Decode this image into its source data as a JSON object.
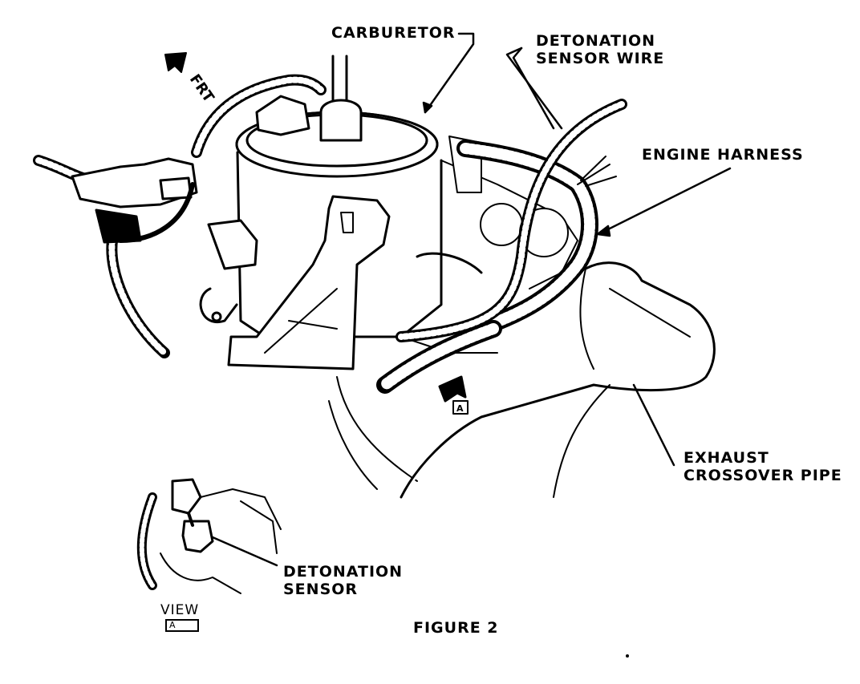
{
  "figure": {
    "caption": "FIGURE 2",
    "front_marker": "FRT",
    "view_marker": "A",
    "view_label": "VIEW",
    "labels": {
      "carburetor": "CARBURETOR",
      "detonation_sensor_wire_line1": "DETONATION",
      "detonation_sensor_wire_line2": "SENSOR  WIRE",
      "engine_harness": "ENGINE HARNESS",
      "exhaust_crossover_line1": "EXHAUST",
      "exhaust_crossover_line2": "CROSSOVER PIPE",
      "detonation_sensor_line1": "DETONATION",
      "detonation_sensor_line2": "SENSOR"
    }
  }
}
